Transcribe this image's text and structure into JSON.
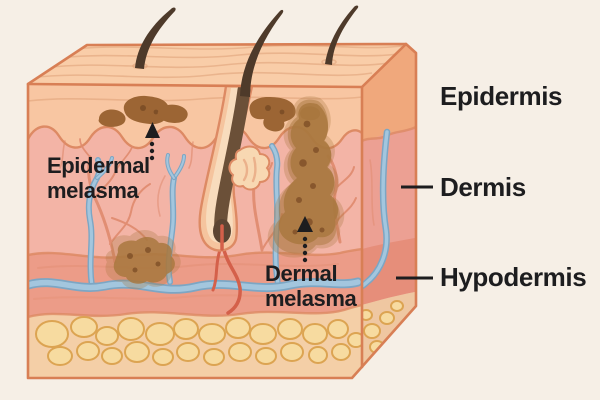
{
  "diagram": {
    "callouts": [
      {
        "id": "epidermal-melasma",
        "text": "Epidermal\nmelasma"
      },
      {
        "id": "dermal-melasma",
        "text": "Dermal\nmelasma"
      }
    ],
    "layers": [
      {
        "id": "epidermis",
        "label": "Epidermis"
      },
      {
        "id": "dermis",
        "label": "Dermis"
      },
      {
        "id": "hypodermis",
        "label": "Hypodermis"
      }
    ]
  },
  "colors": {
    "background": "#f6efe6",
    "text": "#1d1d1f",
    "outline": "#d87f55",
    "top_face": "#f9cda8",
    "topline": "#dfa077",
    "epidermis": "#f8c6a2",
    "dermis": "#f3b4a6",
    "dermis_deep": "#ec9c88",
    "hypodermis": "#f4cfa7",
    "fat": "#f7dba0",
    "fat_stroke": "#dca452",
    "boundary": "#dd8a64",
    "melasma": "#9c6534",
    "melasma_dark": "#7e4f27",
    "melasma_soft": "#a9783f",
    "hair": "#4e3a2a",
    "shaft": "#6b5038",
    "bulb": "#5c4533",
    "follicle_outer": "#f5c49e",
    "follicle_inner": "#f8dcbd",
    "gland": "#f8d8b2",
    "vessel_blue": "#a3c6de",
    "vessel_blue_dark": "#7ca6c4",
    "vessel_coral": "#e08a6e",
    "vessel_red": "#d4604a",
    "right_epidermis": "#f0a87c",
    "right_dermis": "#eca093",
    "right_deep": "#e68e7a",
    "right_fat": "#efc7a1"
  }
}
